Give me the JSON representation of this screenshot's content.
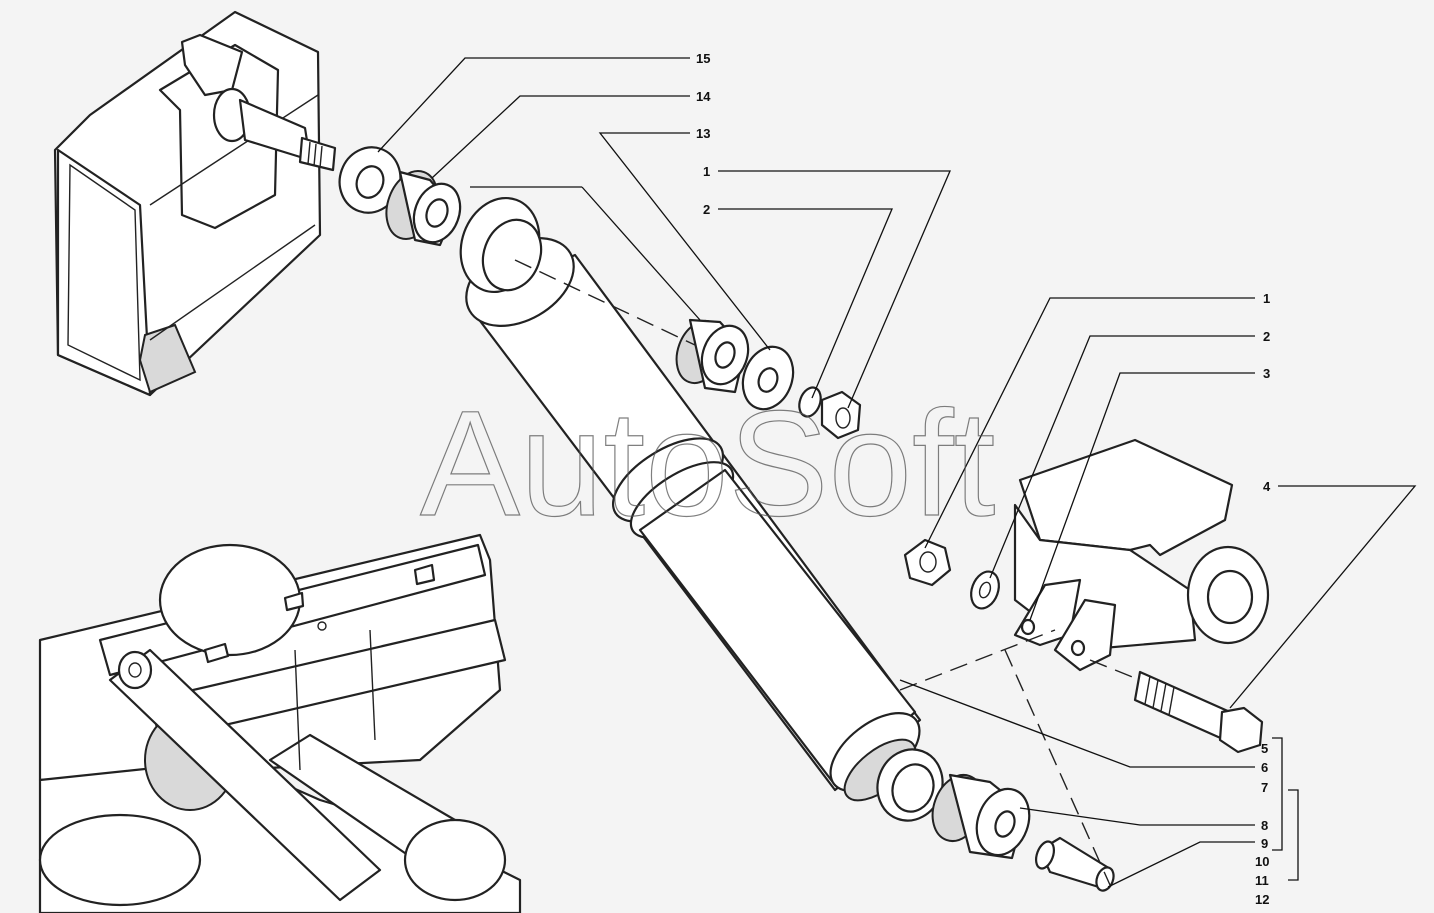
{
  "watermark": "AutoSoft",
  "callouts": {
    "c15": "15",
    "c14": "14",
    "c13": "13",
    "c1_top": "1",
    "c2_top": "2",
    "c1_right": "1",
    "c2_right": "2",
    "c3": "3",
    "c4": "4",
    "c5": "5",
    "c6": "6",
    "c7": "7",
    "c8": "8",
    "c9": "9",
    "c10": "10",
    "c11": "11",
    "c12": "12"
  }
}
